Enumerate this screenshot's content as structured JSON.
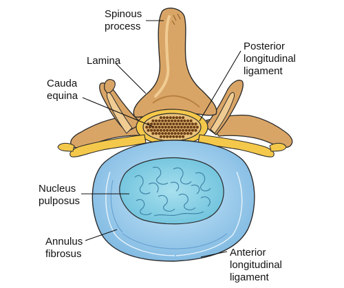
{
  "labels": {
    "spinous_process": [
      "Spinous",
      "process"
    ],
    "lamina": [
      "Lamina"
    ],
    "posterior_longitudinal_ligament": [
      "Posterior",
      "longitudinal",
      "ligament"
    ],
    "cauda_equina": [
      "Cauda",
      "equina"
    ],
    "nucleus_pulposus": [
      "Nucleus",
      "pulposus"
    ],
    "annulus_fibrosus": [
      "Annulus",
      "fibrosus"
    ],
    "anterior_longitudinal_ligament": [
      "Anterior",
      "longitudinal",
      "ligament"
    ]
  },
  "colors": {
    "bone": "#d9a566",
    "bone_shadow": "#b8803f",
    "bone_light": "#f0cc93",
    "disc_outer": "#8fc4e8",
    "disc_inner": "#c7e6f8",
    "nucleus": "#86d0e4",
    "nucleus_lines": "#3b7fa4",
    "nerve": "#f4c84a",
    "cord_fill": "#e9c27a",
    "cord_dots": "#6b3e18",
    "outline": "#2a2a2a"
  }
}
